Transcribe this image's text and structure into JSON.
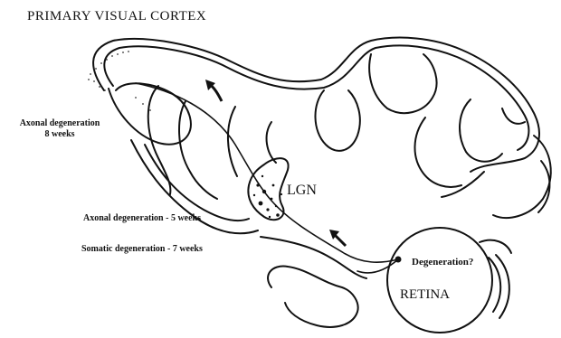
{
  "labels": {
    "title": "PRIMARY VISUAL CORTEX",
    "axonal_8_line1": "Axonal degeneration",
    "axonal_8_line2": "8 weeks",
    "lgn": "LGN",
    "axonal_5": "Axonal degeneration - 5 weeks",
    "somatic_7": "Somatic degeneration - 7 weeks",
    "degeneration_q": "Degeneration?",
    "retina": "RETINA"
  },
  "colors": {
    "ink": "#111111",
    "background": "#ffffff"
  },
  "icons": {
    "arrow_cortex": "curved-arrow-icon",
    "arrow_pathway": "arrow-icon",
    "retinal_cell": "dot-icon"
  }
}
